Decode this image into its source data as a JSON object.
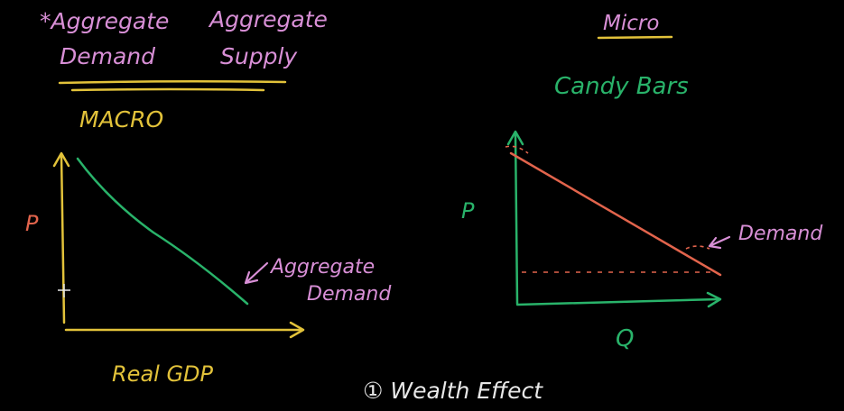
{
  "macro_side": {
    "ad_title": "*Aggregate",
    "ad_title_2": "Demand",
    "as_title": "Aggregate",
    "as_title_2": "Supply",
    "heading": "MACRO",
    "y_label": "P",
    "x_label": "Real GDP",
    "curve_label_1": "Aggregate",
    "curve_label_2": "Demand"
  },
  "micro_side": {
    "heading": "Micro",
    "subtitle": "Candy Bars",
    "y_label": "P",
    "x_label": "Q",
    "curve_label": "Demand"
  },
  "bottom_note": "① Wealth Effect",
  "colors": {
    "pink": "#d88fd6",
    "yellow": "#e2c23a",
    "green": "#29b36a",
    "red_orange": "#e2644c",
    "white": "#e8e8e8",
    "background": "#000000"
  }
}
